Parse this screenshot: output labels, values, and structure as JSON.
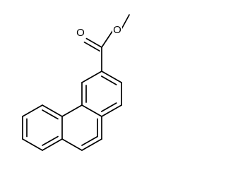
{
  "molecule": {
    "atom_labels": [
      {
        "id": "carbonyl-oxygen",
        "text": "O"
      },
      {
        "id": "ester-oxygen",
        "text": "O"
      }
    ]
  }
}
